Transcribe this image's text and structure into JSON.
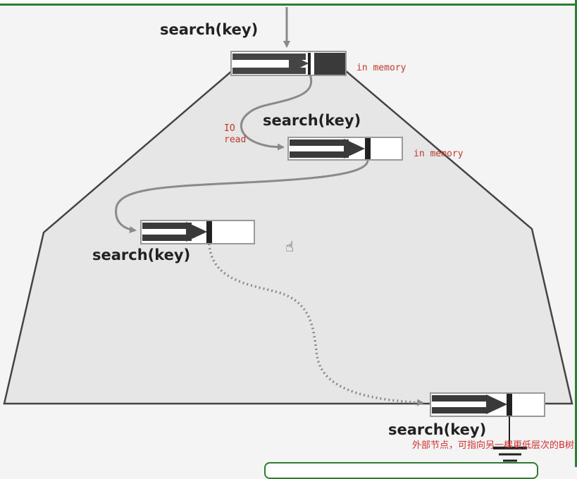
{
  "labels": {
    "search_1": "search(key)",
    "search_2": "search(key)",
    "search_3": "search(key)",
    "search_4": "search(key)"
  },
  "notes": {
    "in_memory_1": "in memory",
    "in_memory_2": "in memory",
    "io_read_line1": "IO",
    "io_read_line2": "read",
    "external_node": "外部节点，可指向另一棵更低层次的B树"
  },
  "colors": {
    "tree_fill": "#e6e6e6",
    "tree_stroke": "#444444",
    "path_stroke": "#8a8a8a",
    "note_red": "#c0392b",
    "frame_green": "#2e7d32"
  },
  "icons": {
    "cursor": "hand-pointer-icon"
  }
}
